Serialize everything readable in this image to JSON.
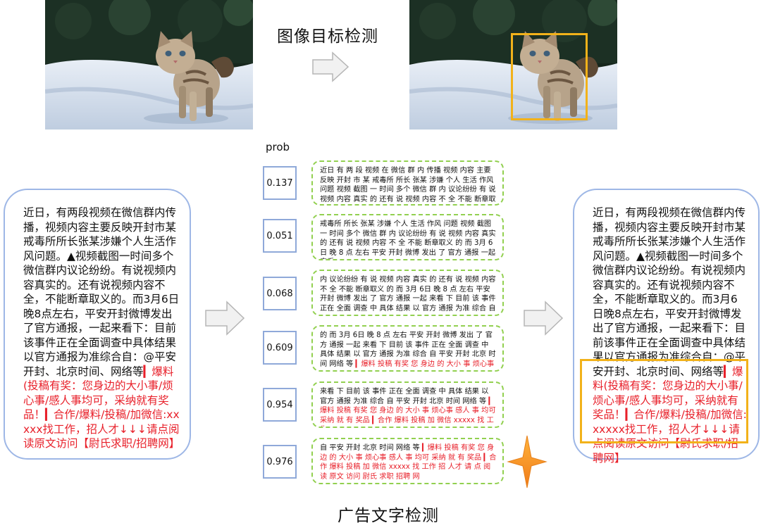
{
  "top": {
    "title": "图像目标检测",
    "image_left_alt": "",
    "image_right_alt": ""
  },
  "bottom": {
    "title": "广告文字检测",
    "prob_label": "prob"
  },
  "source_text": {
    "normal": "近日，有两段视频在微信群内传播，视频内容主要反映开封市某戒毒所所长张某涉嫌个人生活作风问题。▲视频截图一时间多个微信群内议论纷纷。有说视频内容真实的。还有说视频内容不全，不能断章取义的。而3月6日晚8点左右，平安开封微博发出了官方通报，一起来看下：目前该事件正在全面调查中具体结果以官方通报为准综合自：@平安开封、北京时间、网络等",
    "ad": "▎爆料(投稿有奖：您身边的大小事/烦心事/感人事均可，采纳就有奖品！▎合作/爆料/投稿/加微信:xxxxx找工作，招人才↓↓↓请点阅读原文访问【尉氏求职/招聘网】"
  },
  "result_text": {
    "normal": "近日，有两段视频在微信群内传播，视频内容主要反映开封市某戒毒所所长张某涉嫌个人生活作风问题。▲视频截图一时间多个微信群内议论纷纷。有说视频内容真实的。还有说视频内容不全，不能断章取义的。而3月6日晚8点左右，平安开封微博发出了官方通报，一起来看下：目前该事件正在全面调查中具体结果以官方通报为准综合自：@平安开封、北",
    "boxed_normal": "京时间、网络等",
    "boxed_ad": "▎爆料(投稿有奖：您身边的大小事/烦心事/感人事均可，采纳就有奖品！▎合作/爆料/投稿/加微信:xxxxx找工作，招人才↓↓↓请点阅读原文访问【尉氏求职/招聘网】"
  },
  "chunks": [
    {
      "prob": "0.137",
      "text": "近日 有 两 段 视频 在 微信 群 内 传播 视频 内容 主要 反映 开封 市 某 戒毒所 所长 张某 涉嫌 个人 生活 作风 问题 视频 截图 一 时间 多个 微信 群 内 议论纷纷 有 说 视频 内容 真实 的 还有 说 视频 内容 不 全 不能 断章取义 的",
      "ad": ""
    },
    {
      "prob": "0.051",
      "text": "戒毒所 所长 张某 涉嫌 个人 生活 作风 问题 视频 截图 一 时间 多个 微信 群 内 议论纷纷 有 说 视频 内容 真实 的 还有 说 视频 内容 不 全 不能 断章取义 的 而 3月 6日 晚 8 点 左右 平安 开封 微博 发出 了 官方 通报 一起 来看",
      "ad": ""
    },
    {
      "prob": "0.068",
      "text": "内 议论纷纷 有 说 视频 内容 真实 的 还有 说 视频 内容 不 全 不能 断章取义 的 而 3月 6日 晚 8 点 左右 平安 开封 微博 发出 了 官方 通报 一起 来看 下 目前 该 事件 正在 全面 调查 中 具体 结果 以 官方 通报 为准 综合 自",
      "ad": ""
    },
    {
      "prob": "0.609",
      "text": "的 而 3月 6日 晚 8 点 左右 平安 开封 微博 发出 了 官方 通报 一起 来看 下 目前 该 事件 正在 全面 调查 中 具体 结果 以 官方 通报 为准 综合 自 平安 开封 北京 时间 网络 等",
      "ad": "▎爆料 投稿 有奖 您 身边 的 大小 事 烦心事"
    },
    {
      "prob": "0.954",
      "text": "来看 下 目前 该 事件 正在 全面 调查 中 具体 结果 以 官方 通报 为准 综合 自 平安 开封 北京 时间 网络 等",
      "ad": "▎爆料 投稿 有奖 您 身边 的 大小 事 烦心事 感人 事 均可 采纳 就 有 奖品 ▎合作 爆料 投稿 加 微信 xxxxx 找 工作"
    },
    {
      "prob": "0.976",
      "text": "自 平安 开封 北京 时间 网络 等",
      "ad": "▎爆料 投稿 有奖 您 身边 的 大小 事 烦心事 感人 事 均可 采纳 就 有 奖品 ▎合作 爆料 投稿 加 微信 xxxxx 找 工作 招 人才 请 点 阅读 原文 访问 尉氏 求职 招聘 网"
    }
  ],
  "colors": {
    "ad_red": "#e8202a",
    "detect_orange": "#f2b21a",
    "dashed_green": "#92d050",
    "prob_border": "#8fa9d9",
    "bubble_border": "#9eb7e6"
  },
  "icons": {
    "arrow": "right-arrow-icon",
    "star": "four-point-star-icon"
  }
}
